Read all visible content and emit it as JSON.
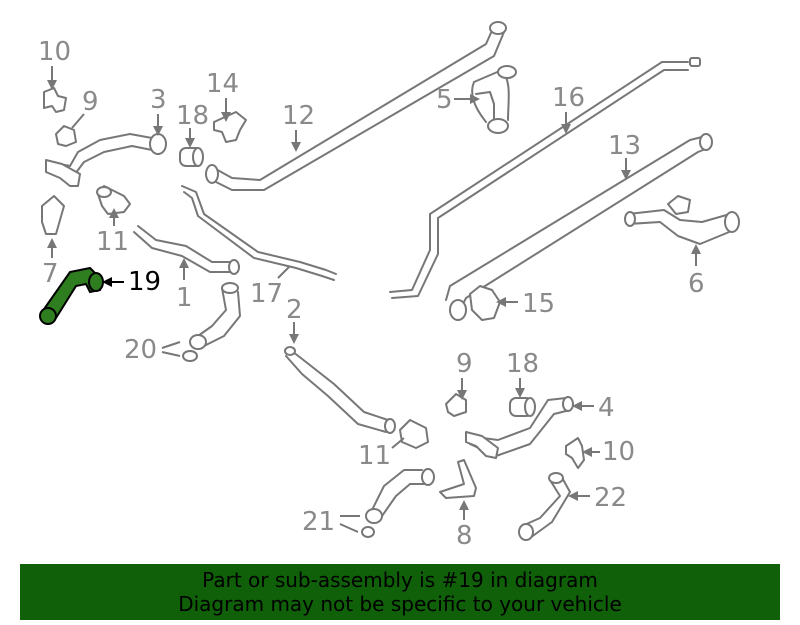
{
  "labels": {
    "p10a": "10",
    "p9a": "9",
    "p3": "3",
    "p18a": "18",
    "p14": "14",
    "p12": "12",
    "p5": "5",
    "p16": "16",
    "p13": "13",
    "p11a": "11",
    "p7": "7",
    "p19": "19",
    "p1": "1",
    "p17": "17",
    "p6": "6",
    "p15": "15",
    "p2": "2",
    "p20": "20",
    "p9b": "9",
    "p18b": "18",
    "p4": "4",
    "p10b": "10",
    "p11b": "11",
    "p22": "22",
    "p21": "21",
    "p8": "8"
  },
  "banner": {
    "line1": "Part or sub-assembly is #19 in diagram",
    "line2": "Diagram may not be specific to your vehicle"
  },
  "colors": {
    "highlight_part": "#2e7d1e",
    "banner_bg": "#0f6008",
    "line_gray": "#777777"
  }
}
